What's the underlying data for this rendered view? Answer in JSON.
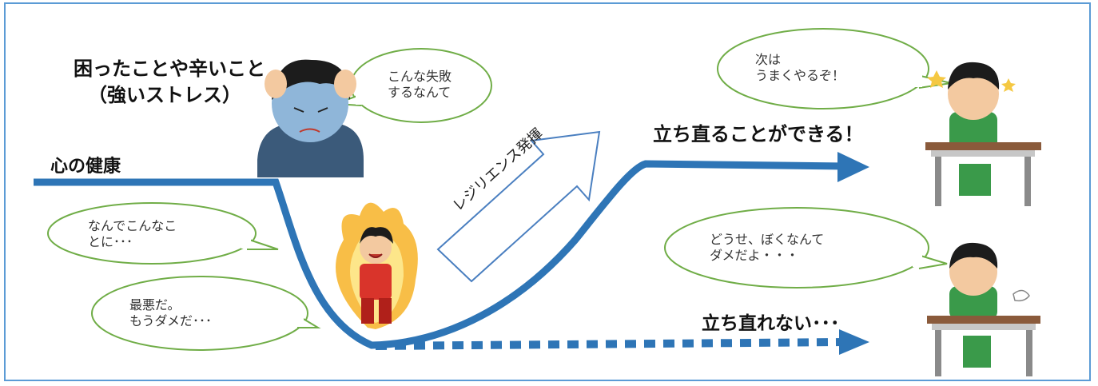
{
  "colors": {
    "frame": "#5b9bd5",
    "curve": "#2e75b6",
    "bubble_border": "#70ad47",
    "arrow_outline": "#4a7fc0"
  },
  "labels": {
    "trouble_line1": "困ったことや辛いこと",
    "trouble_line2": "（強いストレス）",
    "mental_health": "心の健康",
    "resilience": "レジリエンス発揮",
    "recover": "立ち直ることができる！",
    "not_recover": "立ち直れない･･･"
  },
  "bubbles": {
    "failure": "こんな失敗\nするなんて",
    "why": "なんでこんなこ\nとに･･･",
    "worst": "最悪だ。\nもうダメだ･･･",
    "next_time": "次は\nうまくやるぞ！",
    "give_up": "どうせ、ぼくなんて\nダメだよ・・・"
  },
  "icons": {
    "stressed_boy": "stressed-boy-illustration",
    "angry_boy": "angry-boy-illustration",
    "determined_boy": "determined-boy-at-desk-illustration",
    "sad_boy": "sad-boy-at-desk-illustration"
  }
}
